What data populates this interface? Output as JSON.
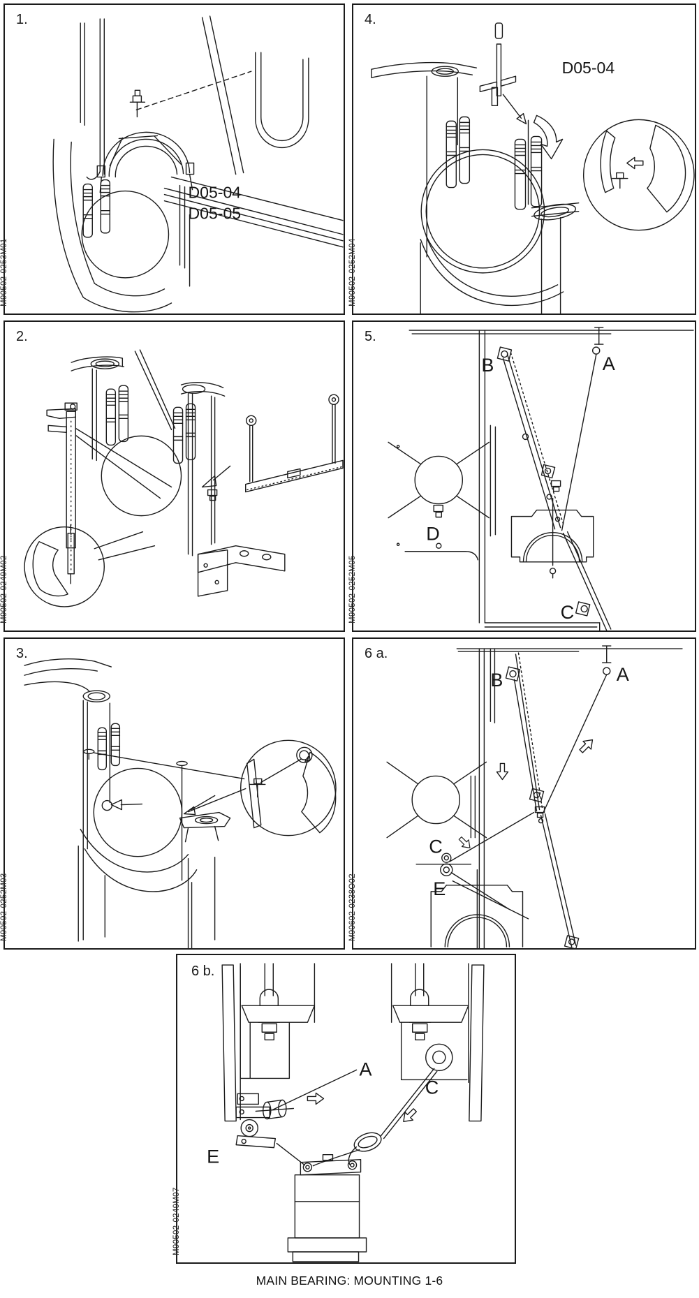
{
  "page": {
    "caption": "MAIN BEARING: MOUNTING 1-6"
  },
  "panels": {
    "p1": {
      "number": "1.",
      "code": "M90502-0253M01",
      "refs": [
        "D05-04",
        "D05-05"
      ]
    },
    "p2": {
      "number": "2.",
      "code": "M90502-0249M02"
    },
    "p3": {
      "number": "3.",
      "code": "M90502-0252M03"
    },
    "p4": {
      "number": "4.",
      "code": "M90502-0252M04",
      "ref": "D05-04"
    },
    "p5": {
      "number": "5.",
      "code": "M90502-0252M05",
      "labels": {
        "a": "A",
        "b": "B",
        "c": "C",
        "d": "D"
      }
    },
    "p6a": {
      "number": "6 a.",
      "code": "M90602-0238O02",
      "labels": {
        "a": "A",
        "b": "B",
        "c": "C",
        "e": "E"
      }
    },
    "p6b": {
      "number": "6 b.",
      "code": "M90502-0249M07",
      "labels": {
        "a": "A",
        "c": "C",
        "e": "E"
      }
    }
  }
}
